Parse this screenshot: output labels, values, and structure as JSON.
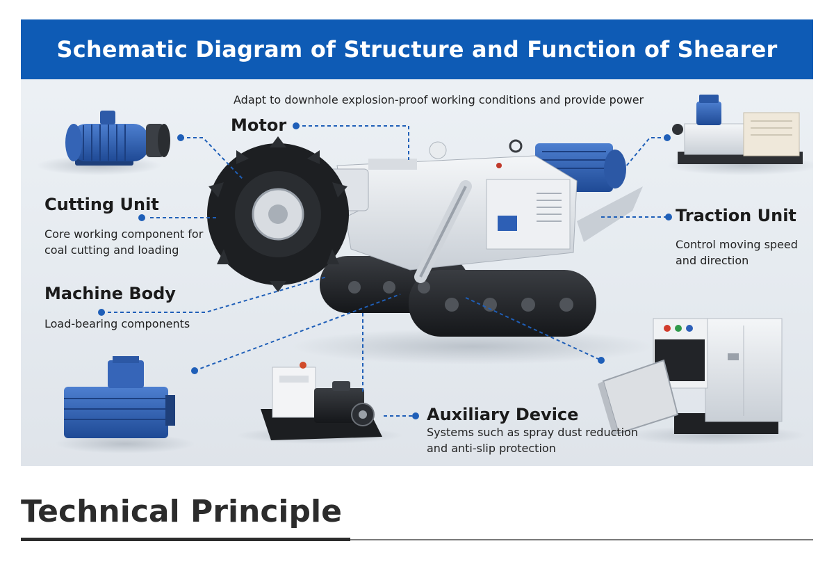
{
  "figure": {
    "title": "Schematic Diagram of Structure and Function of Shearer",
    "top_note": "Adapt to downhole explosion-proof working conditions and provide power",
    "components": {
      "motor": {
        "name": "Motor"
      },
      "cutting_unit": {
        "name": "Cutting Unit",
        "desc_lines": [
          "Core working component for",
          "coal cutting and loading"
        ]
      },
      "machine_body": {
        "name": "Machine Body",
        "desc_lines": [
          "Load-bearing components"
        ]
      },
      "traction_unit": {
        "name": "Traction Unit",
        "desc_lines": [
          "Control moving speed",
          "and direction"
        ]
      },
      "auxiliary_device": {
        "name": "Auxiliary Device",
        "desc_lines": [
          "Systems such as spray dust reduction",
          "and anti-slip protection"
        ]
      }
    },
    "colors": {
      "banner": "#0e5bb5",
      "leader": "#1f5fb8",
      "motor_blue": "#2b5bb0"
    }
  },
  "section": {
    "title": "Technical Principle"
  }
}
